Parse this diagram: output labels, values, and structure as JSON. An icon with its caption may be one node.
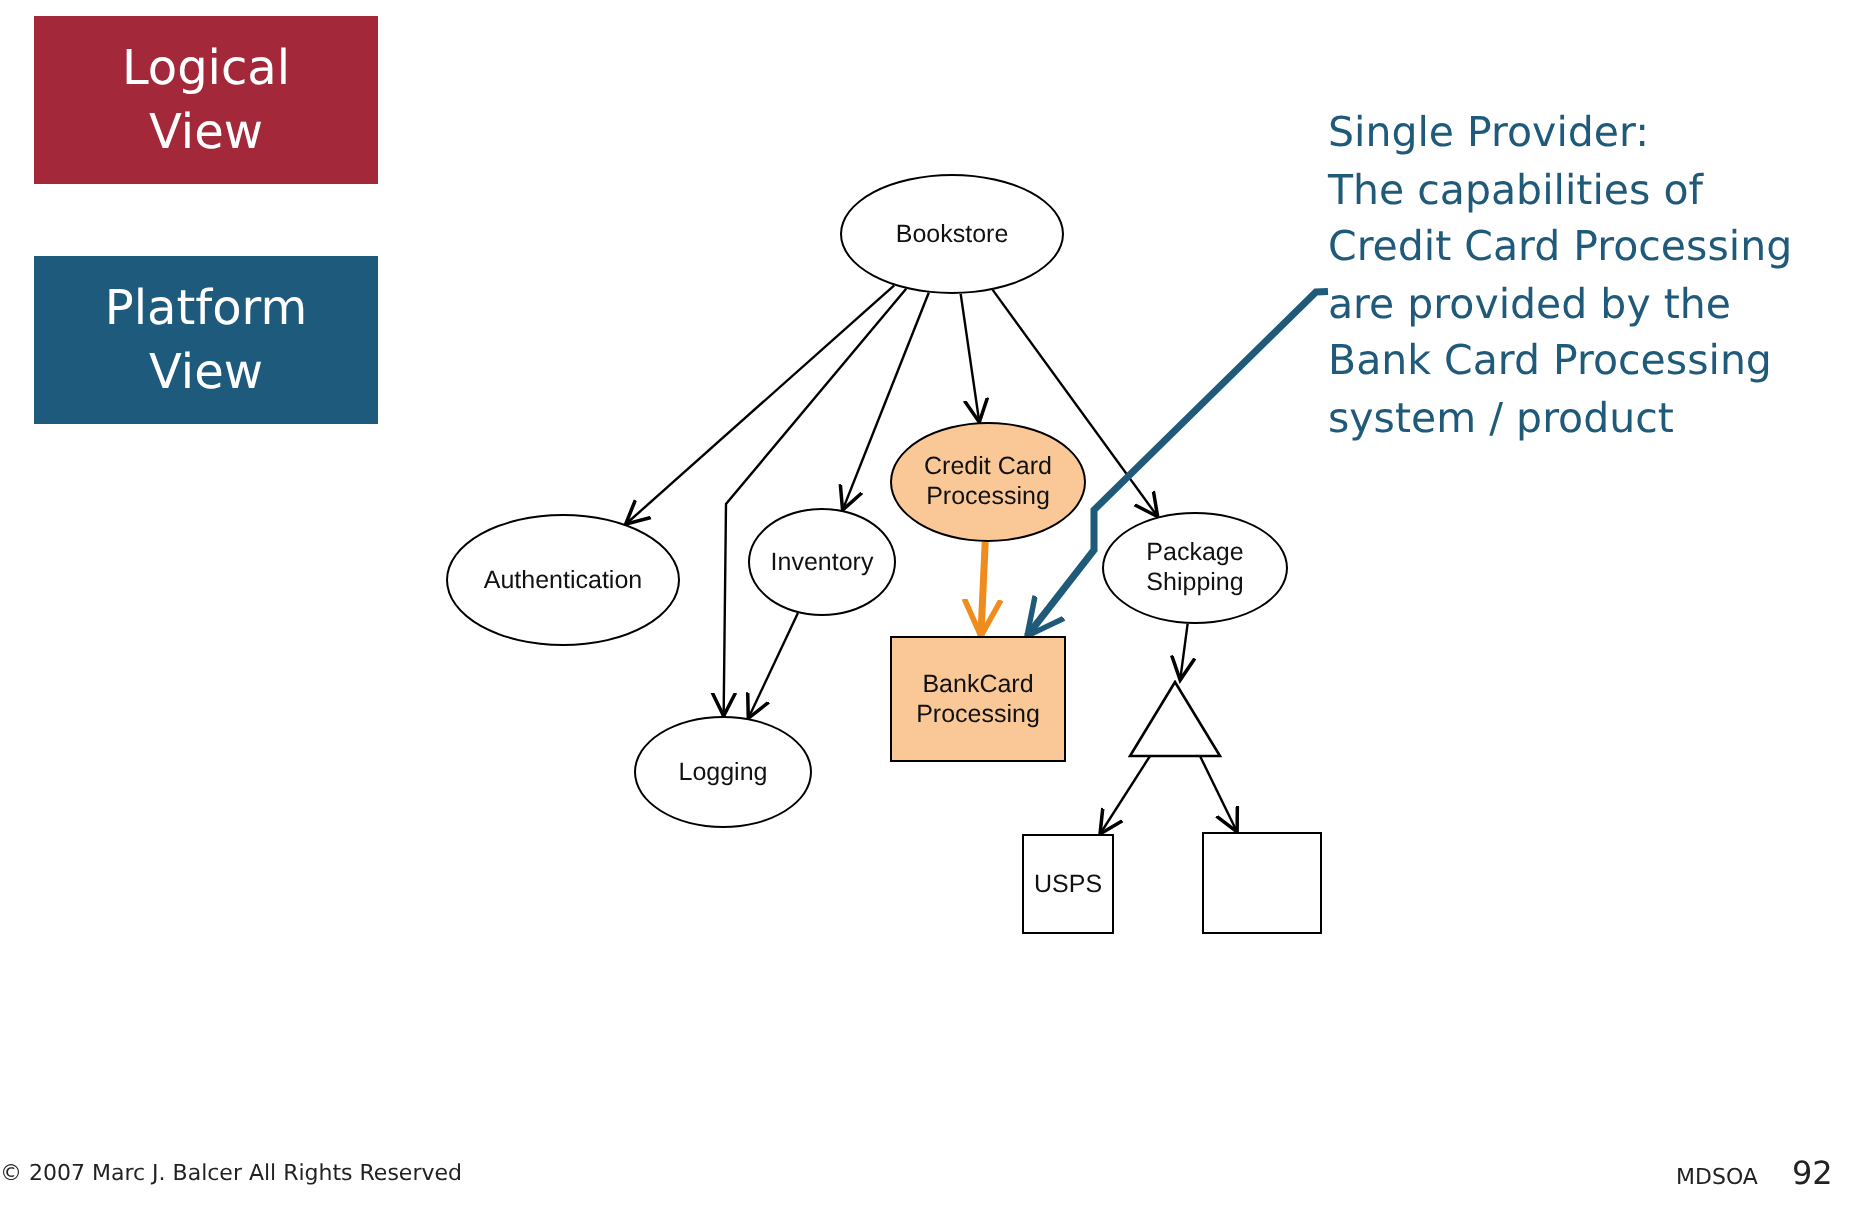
{
  "diagram": {
    "nodes": [
      {
        "text": [
          "Logical View"
        ]
      },
      {
        "text": [
          "Platform View"
        ]
      },
      {
        "text": [
          "Bookstore"
        ]
      },
      {
        "text": [
          "Authentication"
        ]
      },
      {
        "text": [
          "Inventory"
        ]
      },
      {
        "text": [
          "Credit Card Processing"
        ]
      },
      {
        "text": [
          "Package Shipping"
        ]
      },
      {
        "text": [
          "Logging"
        ]
      },
      {
        "text": [
          "BankCard Processing"
        ]
      },
      {
        "text": [],
        "shape": "triangle"
      },
      {
        "text": [
          "USPS"
        ]
      },
      {
        "text": [],
        "shape": "box"
      },
      {
        "text": [
          "Single Provider:",
          "The capabilities of Credit Card Processing are provided by the Bank Card Processing system / product"
        ]
      }
    ],
    "edges": [
      {
        "from": 2,
        "to": 3,
        "arrow": "to"
      },
      {
        "from": 2,
        "to": 7,
        "arrow": "to"
      },
      {
        "from": 2,
        "to": 4,
        "arrow": "to"
      },
      {
        "from": 2,
        "to": 5,
        "arrow": "to"
      },
      {
        "from": 2,
        "to": 6,
        "arrow": "to"
      },
      {
        "from": 4,
        "to": 7,
        "arrow": "to"
      },
      {
        "from": 5,
        "to": 8,
        "arrow": "to",
        "style": "thick",
        "color": "#f08c1e"
      },
      {
        "from": 6,
        "to": 9,
        "arrow": "to"
      },
      {
        "from": 9,
        "to": 10,
        "arrow": "to"
      },
      {
        "from": 9,
        "to": 11,
        "arrow": "to"
      },
      {
        "from": 12,
        "to": 8,
        "arrow": "to",
        "style": "thick",
        "color": "#1f5a7a"
      }
    ],
    "labels": [
      "© 2007 Marc J. Balcer  All Rights Reserved",
      "MDSOA",
      "92"
    ]
  }
}
